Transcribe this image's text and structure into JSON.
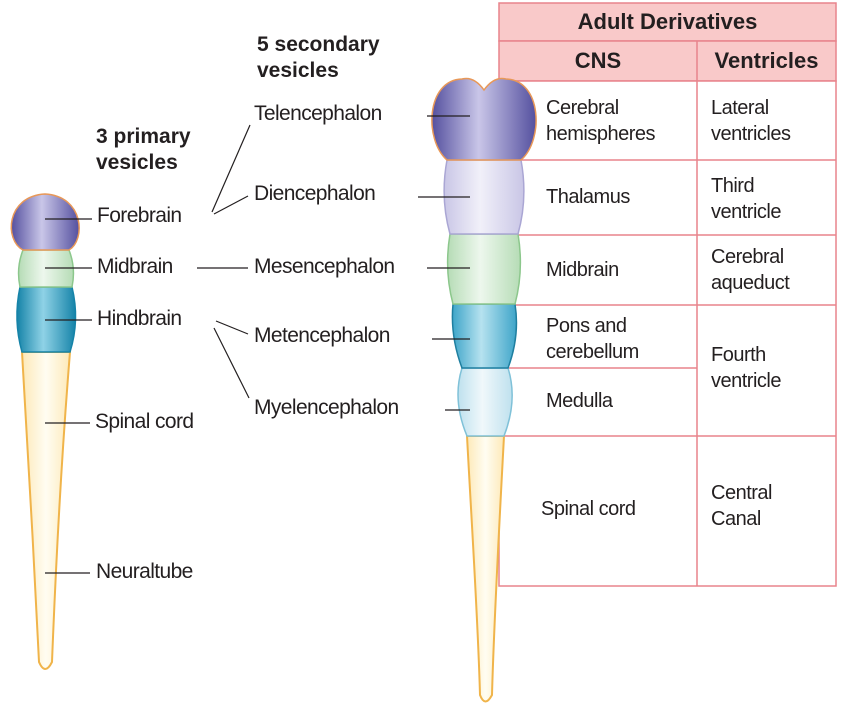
{
  "primary_heading_line1": "3 primary",
  "primary_heading_line2": "vesicles",
  "secondary_heading_line1": "5 secondary",
  "secondary_heading_line2": "vesicles",
  "primary_labels": {
    "forebrain": "Forebrain",
    "midbrain": "Midbrain",
    "hindbrain": "Hindbrain",
    "spinal_cord": "Spinal cord",
    "neural_tube": "Neuraltube"
  },
  "secondary_labels": {
    "telencephalon": "Telencephalon",
    "diencephalon": "Diencephalon",
    "mesencephalon": "Mesencephalon",
    "metencephalon": "Metencephalon",
    "myelencephalon": "Myelencephalon"
  },
  "table": {
    "title": "Adult Derivatives",
    "col_cns": "CNS",
    "col_ventricles": "Ventricles",
    "rows": [
      {
        "cns_line1": "Cerebral",
        "cns_line2": "hemispheres",
        "vent_line1": "Lateral",
        "vent_line2": "ventricles"
      },
      {
        "cns_line1": "Thalamus",
        "cns_line2": "",
        "vent_line1": "Third",
        "vent_line2": "ventricle"
      },
      {
        "cns_line1": "Midbrain",
        "cns_line2": "",
        "vent_line1": "Cerebral",
        "vent_line2": "aqueduct"
      },
      {
        "cns_line1": "Pons and",
        "cns_line2": "cerebellum",
        "vent_line1": "Fourth",
        "vent_line2": "ventricle"
      },
      {
        "cns_line1": "Medulla",
        "cns_line2": "",
        "vent_line1": "",
        "vent_line2": ""
      },
      {
        "cns_line1": "Spinal cord",
        "cns_line2": "",
        "vent_line1": "Central",
        "vent_line2": "Canal"
      }
    ]
  },
  "colors": {
    "forebrain": "#7f7ac0",
    "telencephalon": "#8d88c8",
    "diencephalon": "#d9d7ee",
    "midbrain": "#cfe8cf",
    "hindbrain": "#2a9bbf",
    "metencephalon": "#58b7d4",
    "myelencephalon": "#cfe9f2",
    "spinal_cord": "#fdf7dd",
    "spinal_outline": "#f0b44a",
    "table_header_bg": "#f9c9c9",
    "table_border": "#e8848c"
  }
}
